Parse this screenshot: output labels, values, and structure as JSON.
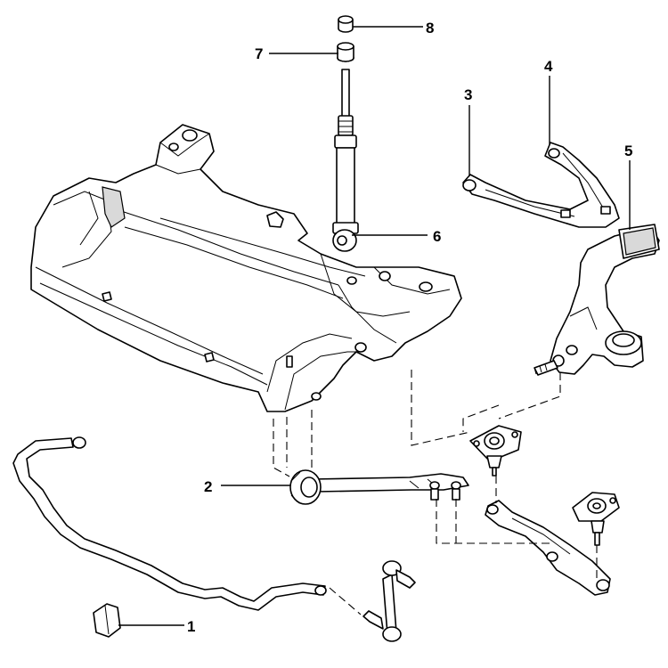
{
  "callouts": [
    {
      "number": "1"
    },
    {
      "number": "2"
    },
    {
      "number": "3"
    },
    {
      "number": "4"
    },
    {
      "number": "5"
    },
    {
      "number": "6"
    },
    {
      "number": "7"
    },
    {
      "number": "8"
    }
  ]
}
